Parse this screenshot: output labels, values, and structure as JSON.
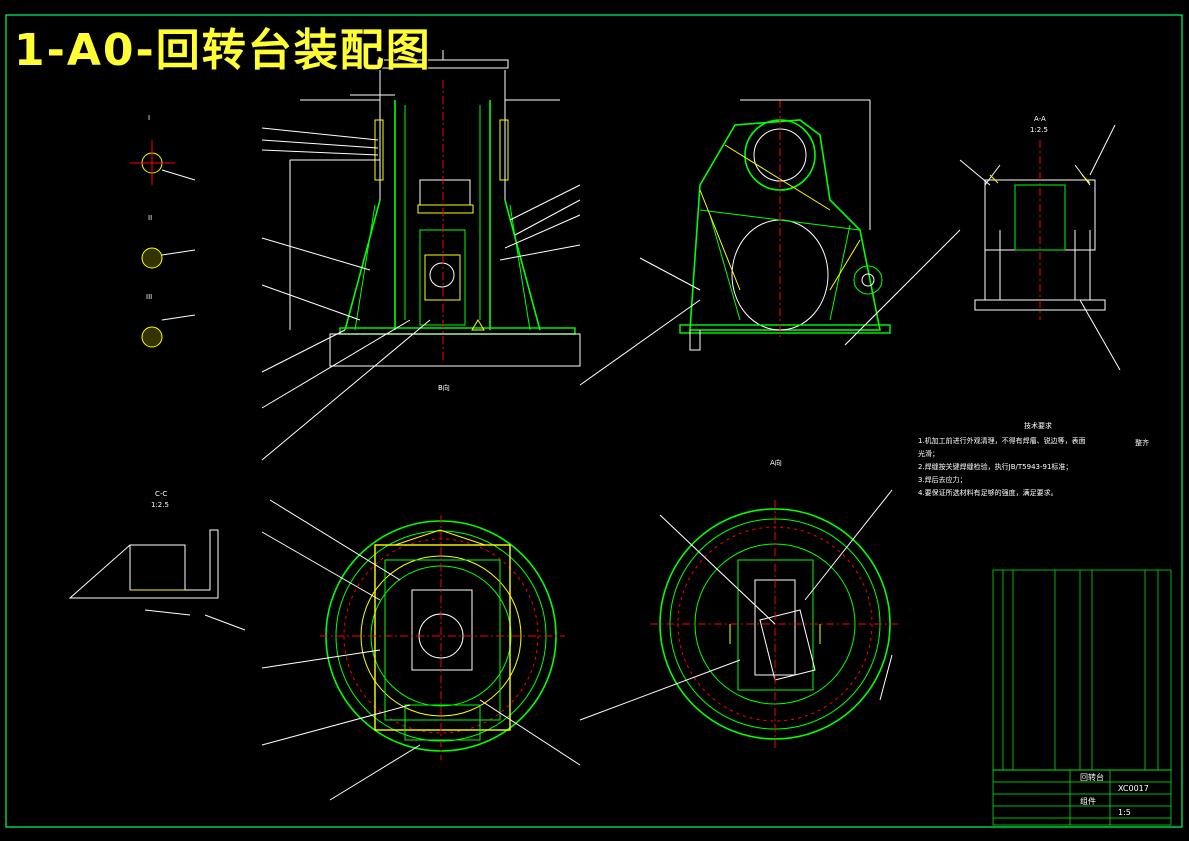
{
  "title": "1-A0-回转台装配图",
  "colors": {
    "background": "#000000",
    "green": "#00ff00",
    "yellow": "#ffff00",
    "white": "#ffffff",
    "red": "#ff0000",
    "border": "#00ff66"
  },
  "technical_requirements": {
    "heading": "技术要求",
    "items": [
      "1.机加工前进行外观清理，不得有焊瘤、锐边等，表面",
      "光滑；",
      "2.焊缝按关键焊缝检验，执行JB/T5943-91标准；",
      "3.焊后去应力；",
      "4.要保证所选材料有足够的强度，满足要求。"
    ],
    "aside": "整齐"
  },
  "view_labels": {
    "section_i": "I",
    "section_ii": "II",
    "section_iii": "III",
    "view_b": "B向",
    "view_a": "A向",
    "section_aa": "A-A",
    "section_cc": "C-C",
    "scale_aa": "1:2.5",
    "scale_cc": "1:2.5"
  },
  "title_block": {
    "part_name": "回转台",
    "material": "组件",
    "drawing_no": "XC0017",
    "scale": "1:5"
  }
}
